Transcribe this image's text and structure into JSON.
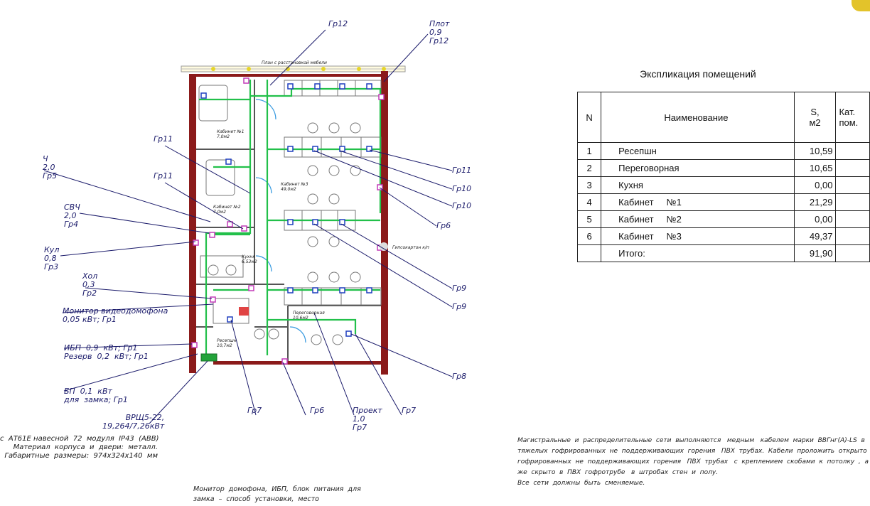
{
  "explication": {
    "title": "Экспликация помещений",
    "headers": {
      "n": "N",
      "name": "Наименование",
      "area": "S,\nм2",
      "cat": "Кат.\nпом."
    },
    "rows": [
      {
        "n": "1",
        "name": "Ресепшн",
        "area": "10,59"
      },
      {
        "n": "2",
        "name": "Переговорная",
        "area": "10,65"
      },
      {
        "n": "3",
        "name": "Кухня",
        "area": "0,00"
      },
      {
        "n": "4",
        "name": "Кабинет     №1",
        "area": "21,29"
      },
      {
        "n": "5",
        "name": "Кабинет     №2",
        "area": "0,00"
      },
      {
        "n": "6",
        "name": "Кабинет     №3",
        "area": "49,37"
      }
    ],
    "total": {
      "name": "Итого:",
      "area": "91,90"
    }
  },
  "labels": {
    "gr12_top": "Гр12",
    "plot": "Плот\n0,9\nГр12",
    "gr11_a": "Гр11",
    "gr11_b": "Гр11",
    "ch": "Ч\n2,0\nГр5",
    "svch": "СВЧ\n2,0\nГр4",
    "kul": "Кул\n0,8\nГр3",
    "hol": "Хол\n0,3\nГр2",
    "monitor": "Монитор видеодомофона\n0,05 кВт; Гр1",
    "ibp": "ИБП  0,9  кВт; Гр1\nРезерв  0,2  кВт; Гр1",
    "bp": "БП  0,1  кВт\nдля  замка; Гр1",
    "vrsh": "ВРЩ5-22,\n19,264/7,26кВт",
    "vrsh_desc": "с  АТ61Е навесной  72  модуля  IP43  (ABB)\nМатериал  корпуса  и  двери:  металл.\nГабаритные  размеры:  974x324x140  мм",
    "r_gr11": "Гр11",
    "r_gr10a": "Гр10",
    "r_gr10b": "Гр10",
    "r_gr6": "Гр6",
    "r_gr9a": "Гр9",
    "r_gr9b": "Гр9",
    "r_gr8": "Гр8",
    "b_gr7a": "Гр7",
    "b_gr6": "Гр6",
    "b_proekt": "Проект\n1,0\nГр7",
    "b_gr7b": "Гр7"
  },
  "room_labels": {
    "cab3": "Кабинет №1\n7,0м2",
    "cab_big": "Кабинет №3\n49,0м2",
    "cab2": "Кабинет №2\n7,0м2",
    "kitchen": "Кухня\n6,53м2",
    "reception": "Ресепшн\n10,7м2",
    "meeting": "Переговорная\n10,6м2",
    "plan_title": "План с расстановкой мебели",
    "ventilation": "Гипсокартон к/п"
  },
  "note": "Магистральные  и  распределительные  сети  выполняются   медным   кабелем  марки  ВВГнг(А)-LS  в\nтяжелых  гофрированных  не  поддерживающих  горения   ПВХ  трубах.  Кабели  проложить  открыто  в\nгофрированных  не  поддерживающих  горения   ПВХ  трубах   с  креплением  скобами  к  потолку  ,  а  так\nже  скрыто  в  ПВХ  гофротрубе   в  штробах  стен  и  полу.\nВсе  сети  должны  быть  сменяемые.",
  "bottom_note": "Монитор  домофона,  ИБП,  блок  питания  для\nзамка  –  способ  установки,  место",
  "colors": {
    "wall": "#8b1a1a",
    "cable": "#22c04a",
    "leader": "#1a1a6a",
    "socket": "#c23bb8",
    "device": "#1f3fbf"
  }
}
